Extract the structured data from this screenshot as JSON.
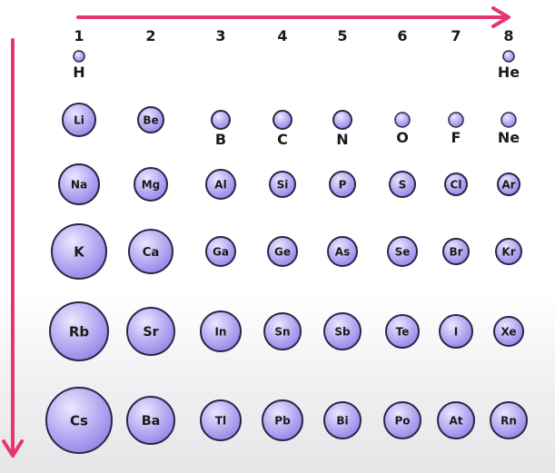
{
  "groups": [
    "1",
    "2",
    "3",
    "4",
    "5",
    "6",
    "7",
    "8"
  ],
  "colors": {
    "arrow": "#e8346f",
    "atom_fill_light": "#ece8ff",
    "atom_fill_mid": "#b7adf2",
    "atom_fill_dark": "#8f82e6",
    "atom_stroke": "#2a2548",
    "text": "#1a1a1a"
  },
  "rows": [
    [
      {
        "symbol": "H",
        "group": 1,
        "size": 1
      },
      {
        "symbol": "He",
        "group": 8,
        "size": 1
      }
    ],
    [
      {
        "symbol": "Li",
        "group": 1,
        "size": 4
      },
      {
        "symbol": "Be",
        "group": 2,
        "size": 3
      },
      {
        "symbol": "B",
        "group": 3,
        "size": 2,
        "label_below": true
      },
      {
        "symbol": "C",
        "group": 4,
        "size": 2,
        "label_below": true
      },
      {
        "symbol": "N",
        "group": 5,
        "size": 2,
        "label_below": true
      },
      {
        "symbol": "O",
        "group": 6,
        "size": 1.5,
        "label_below": true
      },
      {
        "symbol": "F",
        "group": 7,
        "size": 1.5,
        "label_below": true
      },
      {
        "symbol": "Ne",
        "group": 8,
        "size": 1.5,
        "label_below": true
      }
    ],
    [
      {
        "symbol": "Na",
        "group": 1,
        "size": 5
      },
      {
        "symbol": "Mg",
        "group": 2,
        "size": 4
      },
      {
        "symbol": "Al",
        "group": 3,
        "size": 3.5
      },
      {
        "symbol": "Si",
        "group": 4,
        "size": 3
      },
      {
        "symbol": "P",
        "group": 5,
        "size": 3
      },
      {
        "symbol": "S",
        "group": 6,
        "size": 3
      },
      {
        "symbol": "Cl",
        "group": 7,
        "size": 2.5
      },
      {
        "symbol": "Ar",
        "group": 8,
        "size": 2.5
      }
    ],
    [
      {
        "symbol": "K",
        "group": 1,
        "size": 7
      },
      {
        "symbol": "Ca",
        "group": 2,
        "size": 5.5
      },
      {
        "symbol": "Ga",
        "group": 3,
        "size": 3.5
      },
      {
        "symbol": "Ge",
        "group": 4,
        "size": 3.5
      },
      {
        "symbol": "As",
        "group": 5,
        "size": 3.5
      },
      {
        "symbol": "Se",
        "group": 6,
        "size": 3.5
      },
      {
        "symbol": "Br",
        "group": 7,
        "size": 3
      },
      {
        "symbol": "Kr",
        "group": 8,
        "size": 3
      }
    ],
    [
      {
        "symbol": "Rb",
        "group": 1,
        "size": 7.5
      },
      {
        "symbol": "Sr",
        "group": 2,
        "size": 6
      },
      {
        "symbol": "In",
        "group": 3,
        "size": 5
      },
      {
        "symbol": "Sn",
        "group": 4,
        "size": 4.5
      },
      {
        "symbol": "Sb",
        "group": 5,
        "size": 4.5
      },
      {
        "symbol": "Te",
        "group": 6,
        "size": 4
      },
      {
        "symbol": "I",
        "group": 7,
        "size": 4
      },
      {
        "symbol": "Xe",
        "group": 8,
        "size": 3.5
      }
    ],
    [
      {
        "symbol": "Cs",
        "group": 1,
        "size": 8.5
      },
      {
        "symbol": "Ba",
        "group": 2,
        "size": 6
      },
      {
        "symbol": "Tl",
        "group": 3,
        "size": 5
      },
      {
        "symbol": "Pb",
        "group": 4,
        "size": 5
      },
      {
        "symbol": "Bi",
        "group": 5,
        "size": 4.5
      },
      {
        "symbol": "Po",
        "group": 6,
        "size": 4.5
      },
      {
        "symbol": "At",
        "group": 7,
        "size": 4.5
      },
      {
        "symbol": "Rn",
        "group": 8,
        "size": 4.5
      }
    ]
  ]
}
